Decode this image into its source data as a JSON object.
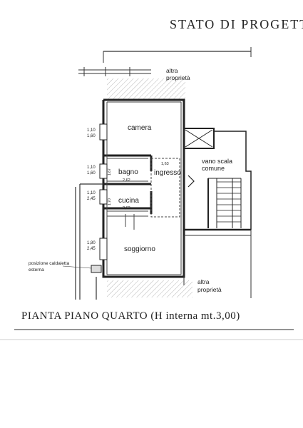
{
  "header": {
    "title": "STATO DI PROGETTO"
  },
  "caption": "PIANTA PIANO QUARTO (H interna mt.3,00)",
  "rooms": {
    "camera": "camera",
    "bagno": "bagno",
    "ingresso": "ingresso",
    "cucina": "cucina",
    "soggiorno": "soggiorno",
    "vano_scala_l1": "vano scala",
    "vano_scala_l2": "comune"
  },
  "neighbors": {
    "top_l1": "altra",
    "top_l2": "proprietà",
    "bottom_l1": "altra",
    "bottom_l2": "proprietà"
  },
  "boiler": {
    "l1": "posizione caldaietta",
    "l2": "esterna"
  },
  "window_dims": {
    "camera_a": "1,10",
    "camera_b": "1,60",
    "bagno_a": "1,10",
    "bagno_b": "1,60",
    "cucina_a": "1,10",
    "cucina_b": "2,45",
    "soggiorno_a": "1,80",
    "soggiorno_b": "2,45"
  },
  "heights": {
    "ingresso": "1,63",
    "bagno": "2,62",
    "cucina": "2,62",
    "bagno_v": "1,67",
    "cucina_v": "1,70"
  }
}
